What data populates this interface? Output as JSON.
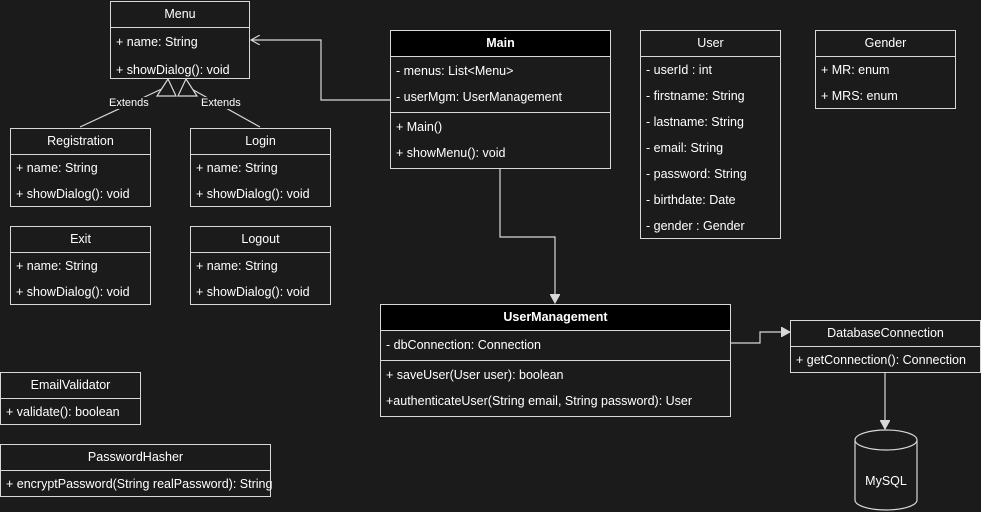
{
  "classes": {
    "menu": {
      "title": "Menu",
      "fields": [
        "+ name: String"
      ],
      "methods": [
        "+ showDialog(): void"
      ]
    },
    "registration": {
      "title": "Registration",
      "fields": [
        "+ name: String"
      ],
      "methods": [
        "+ showDialog(): void"
      ]
    },
    "login": {
      "title": "Login",
      "fields": [
        "+ name: String"
      ],
      "methods": [
        "+ showDialog(): void"
      ]
    },
    "exit": {
      "title": "Exit",
      "fields": [
        "+ name: String"
      ],
      "methods": [
        "+ showDialog(): void"
      ]
    },
    "logout": {
      "title": "Logout",
      "fields": [
        "+ name: String"
      ],
      "methods": [
        "+ showDialog(): void"
      ]
    },
    "main": {
      "title": "Main",
      "fields": [
        "- menus: List<Menu>",
        "- userMgm: UserManagement"
      ],
      "methods": [
        "+ Main()",
        "+ showMenu(): void"
      ]
    },
    "user": {
      "title": "User",
      "fields": [
        "- userId : int",
        "- firstname: String",
        "- lastname: String",
        "- email: String",
        "- password: String",
        "- birthdate: Date",
        "- gender : Gender"
      ]
    },
    "gender": {
      "title": "Gender",
      "fields": [
        "+ MR: enum",
        "+ MRS: enum"
      ]
    },
    "usermanagement": {
      "title": "UserManagement",
      "fields": [
        "- dbConnection: Connection"
      ],
      "methods": [
        "+ saveUser(User user): boolean",
        "+authenticateUser(String email, String password): User"
      ]
    },
    "databaseconnection": {
      "title": "DatabaseConnection",
      "methods": [
        "+ getConnection(): Connection"
      ]
    },
    "emailvalidator": {
      "title": "EmailValidator",
      "methods": [
        "+ validate(): boolean"
      ]
    },
    "passwordhasher": {
      "title": "PasswordHasher",
      "methods": [
        "+ encryptPassword(String realPassword): String"
      ]
    }
  },
  "edges": {
    "extends_left": "Extends",
    "extends_right": "Extends"
  },
  "database": {
    "label": "MySQL"
  },
  "colors": {
    "background": "#1b1b1b",
    "stroke": "#d8d8d8",
    "header_dark": "#000000"
  }
}
